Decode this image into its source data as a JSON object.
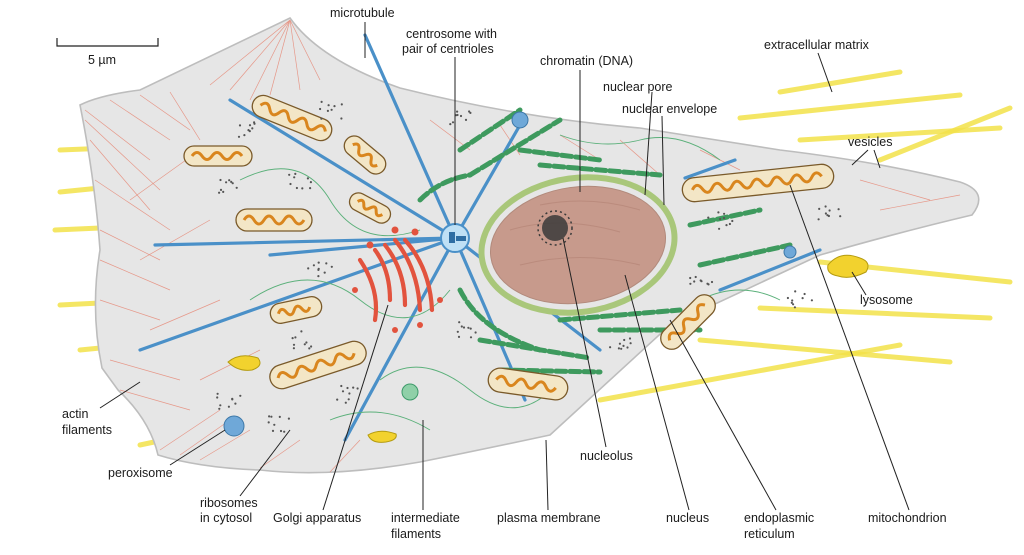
{
  "scale_bar": {
    "label": "5 µm"
  },
  "labels": {
    "microtubule": "microtubule",
    "centrosome_line1": "centrosome with",
    "centrosome_line2": "pair of centrioles",
    "chromatin": "chromatin (DNA)",
    "nuclear_pore": "nuclear pore",
    "nuclear_envelope": "nuclear envelope",
    "extracellular_matrix": "extracellular matrix",
    "vesicles": "vesicles",
    "lysosome": "lysosome",
    "mitochondrion": "mitochondrion",
    "er_line1": "endoplasmic",
    "er_line2": "reticulum",
    "nucleus": "nucleus",
    "nucleolus": "nucleolus",
    "plasma_membrane": "plasma membrane",
    "if_line1": "intermediate",
    "if_line2": "filaments",
    "golgi": "Golgi apparatus",
    "ribo_line1": "ribosomes",
    "ribo_line2": "in cytosol",
    "peroxisome": "peroxisome",
    "actin_line1": "actin",
    "actin_line2": "filaments"
  },
  "colors": {
    "cytoplasm": "#e6e6e6",
    "nucleus": "#c79a8c",
    "nuclear_envelope": "#a9c77a",
    "microtubule": "#4a90c8",
    "golgi": "#e2533e",
    "mitochondrion": "#d9861e",
    "er": "#3e9a5e",
    "ecm": "#f3e24a",
    "lysosome": "#f2d22e",
    "peroxisome": "#6fa8d8",
    "actin": "#e58a78"
  }
}
